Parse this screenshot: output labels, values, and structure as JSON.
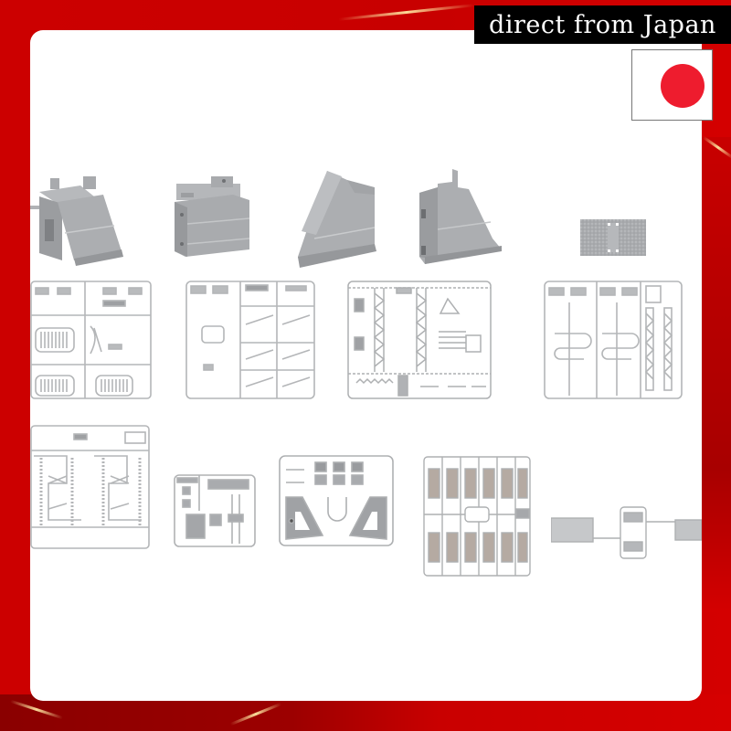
{
  "banner": {
    "text": "direct from Japan"
  },
  "flag": {
    "name": "Japan",
    "disc_color": "#ee1c2e",
    "field_color": "#ffffff"
  },
  "colors": {
    "frame_red": "#d10000",
    "frame_dark_red": "#9c0000",
    "panel": "#ffffff",
    "plastic_gray": "#a9abae",
    "sprue_gray": "#b8babc"
  },
  "products": {
    "row1": [
      {
        "label": "slanted-front block part"
      },
      {
        "label": "rectangular block part with top tabs"
      },
      {
        "label": "triangular ramp part"
      },
      {
        "label": "stepped wedge part"
      },
      {
        "label": "textured plate part"
      }
    ],
    "row2": [
      {
        "label": "sprue A"
      },
      {
        "label": "sprue B"
      },
      {
        "label": "sprue C"
      },
      {
        "label": "sprue D"
      }
    ],
    "row3": [
      {
        "label": "sprue E"
      },
      {
        "label": "sprue F (small)"
      },
      {
        "label": "sprue G"
      },
      {
        "label": "sprue H (grid of 12)"
      },
      {
        "label": "connected plate assembly"
      }
    ]
  }
}
